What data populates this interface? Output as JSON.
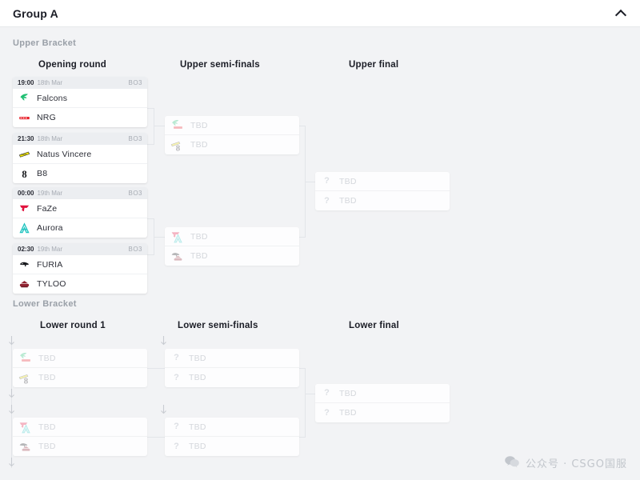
{
  "header": {
    "title": "Group A",
    "collapse_icon": "chevron-up-icon"
  },
  "brackets": {
    "upper_label": "Upper Bracket",
    "lower_label": "Lower Bracket"
  },
  "rounds": {
    "opening": "Opening round",
    "upper_semis": "Upper semi-finals",
    "upper_final": "Upper final",
    "lower_r1": "Lower round 1",
    "lower_semis": "Lower semi-finals",
    "lower_final": "Lower final"
  },
  "placeholder": {
    "tbd": "TBD",
    "qmark": "?"
  },
  "upper_bracket": {
    "opening_round": [
      {
        "time": "19:00",
        "date": "18th Mar",
        "format": "BO3",
        "teams": [
          {
            "name": "Falcons",
            "logo": "falcons-logo",
            "color": "#1fbf72"
          },
          {
            "name": "NRG",
            "logo": "nrg-logo",
            "color": "#e8202a"
          }
        ]
      },
      {
        "time": "21:30",
        "date": "18th Mar",
        "format": "BO3",
        "teams": [
          {
            "name": "Natus Vincere",
            "logo": "navi-logo",
            "color": "#f2e600"
          },
          {
            "name": "B8",
            "logo": "b8-logo",
            "color": "#15161a"
          }
        ]
      },
      {
        "time": "00:00",
        "date": "19th Mar",
        "format": "BO3",
        "teams": [
          {
            "name": "FaZe",
            "logo": "faze-logo",
            "color": "#e1133e"
          },
          {
            "name": "Aurora",
            "logo": "aurora-logo",
            "color": "#20c4c0"
          }
        ]
      },
      {
        "time": "02:30",
        "date": "19th Mar",
        "format": "BO3",
        "teams": [
          {
            "name": "FURIA",
            "logo": "furia-logo",
            "color": "#16181c"
          },
          {
            "name": "TYLOO",
            "logo": "tyloo-logo",
            "color": "#8f2230"
          }
        ]
      }
    ],
    "semi_finals": [
      {
        "teams": [
          {
            "name": "TBD",
            "ghost_logos": [
              "falcons-logo",
              "nrg-logo"
            ],
            "colors": [
              "#1fbf72",
              "#e8202a"
            ]
          },
          {
            "name": "TBD",
            "ghost_logos": [
              "navi-logo",
              "b8-logo"
            ],
            "colors": [
              "#f2e600",
              "#15161a"
            ]
          }
        ]
      },
      {
        "teams": [
          {
            "name": "TBD",
            "ghost_logos": [
              "faze-logo",
              "aurora-logo"
            ],
            "colors": [
              "#e1133e",
              "#20c4c0"
            ]
          },
          {
            "name": "TBD",
            "ghost_logos": [
              "furia-logo",
              "tyloo-logo"
            ],
            "colors": [
              "#16181c",
              "#8f2230"
            ]
          }
        ]
      }
    ],
    "final": {
      "teams": [
        {
          "name": "TBD",
          "logo": "question-mark-icon"
        },
        {
          "name": "TBD",
          "logo": "question-mark-icon"
        }
      ]
    }
  },
  "lower_bracket": {
    "round_1": [
      {
        "teams": [
          {
            "name": "TBD",
            "ghost_logos": [
              "falcons-logo",
              "nrg-logo"
            ],
            "colors": [
              "#1fbf72",
              "#e8202a"
            ]
          },
          {
            "name": "TBD",
            "ghost_logos": [
              "navi-logo",
              "b8-logo"
            ],
            "colors": [
              "#f2e600",
              "#15161a"
            ]
          }
        ]
      },
      {
        "teams": [
          {
            "name": "TBD",
            "ghost_logos": [
              "faze-logo",
              "aurora-logo"
            ],
            "colors": [
              "#e1133e",
              "#20c4c0"
            ]
          },
          {
            "name": "TBD",
            "ghost_logos": [
              "furia-logo",
              "tyloo-logo"
            ],
            "colors": [
              "#16181c",
              "#8f2230"
            ]
          }
        ]
      }
    ],
    "semi_finals": [
      {
        "teams": [
          {
            "name": "TBD",
            "logo": "question-mark-icon"
          },
          {
            "name": "TBD",
            "logo": "question-mark-icon"
          }
        ]
      }
    ],
    "final": {
      "teams": [
        {
          "name": "TBD",
          "logo": "question-mark-icon"
        },
        {
          "name": "TBD",
          "logo": "question-mark-icon"
        }
      ]
    }
  },
  "watermark": {
    "icon": "wechat-icon",
    "text": "公众号 · CSGO国服"
  },
  "colors": {
    "page_bg": "#f2f3f5",
    "card_bg": "#ffffff",
    "meta_bg": "#eceef1",
    "text": "#1b1d26",
    "muted": "#9aa0a8",
    "placeholder": "#d4d7dc",
    "connector": "#e3e5e9"
  }
}
